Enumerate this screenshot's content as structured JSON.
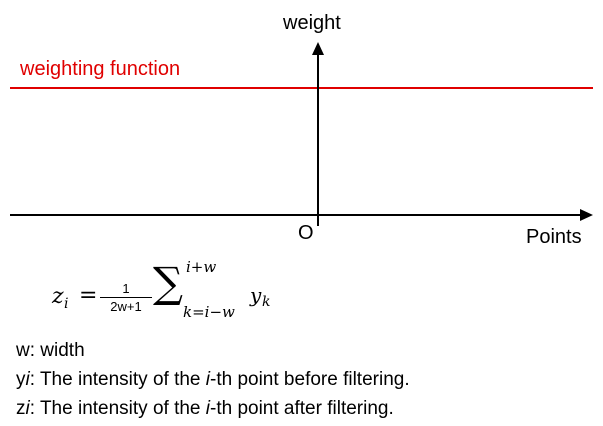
{
  "diagram": {
    "y_axis_label": "weight",
    "x_axis_label": "Points",
    "origin_label": "O",
    "function_label": "weighting function",
    "function_color": "#e00000"
  },
  "formula": {
    "lhs_var": "z",
    "lhs_sub": "i",
    "equals": "=",
    "frac_num": "1",
    "frac_den": "2w+1",
    "sum_symbol": "∑",
    "sum_upper": "i+w",
    "sum_lower": "k=i−w",
    "term_var": "y",
    "term_sub": "k"
  },
  "definitions": [
    {
      "symbol": "w",
      "sub": "",
      "text_before": ": width",
      "italic": "",
      "text_after": ""
    },
    {
      "symbol": "y",
      "sub": "i",
      "text_before": ": The intensity of the ",
      "italic": "i",
      "text_after": "-th point before filtering."
    },
    {
      "symbol": "z",
      "sub": "i",
      "text_before": ": The intensity of the ",
      "italic": "i",
      "text_after": "-th point after filtering."
    }
  ]
}
